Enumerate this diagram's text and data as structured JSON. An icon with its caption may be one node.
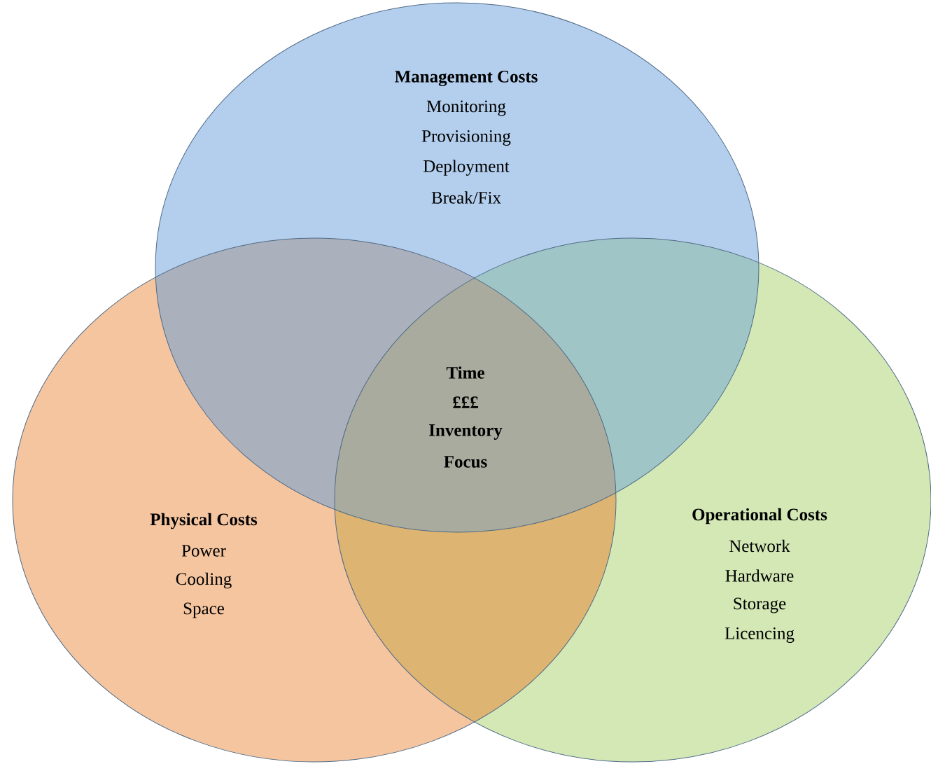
{
  "diagram": {
    "nodes": [
      {
        "text": [
          "Management Costs",
          "Monitoring",
          "Provisioning",
          "Deployment",
          "Break/Fix"
        ]
      },
      {
        "text": [
          "Physical Costs",
          "Power",
          "Cooling",
          "Space"
        ]
      },
      {
        "text": [
          "Operational Costs",
          "Network",
          "Hardware",
          "Storage",
          "Licencing"
        ]
      }
    ],
    "labels": [
      "Time",
      "£££",
      "Inventory",
      "Focus"
    ]
  }
}
